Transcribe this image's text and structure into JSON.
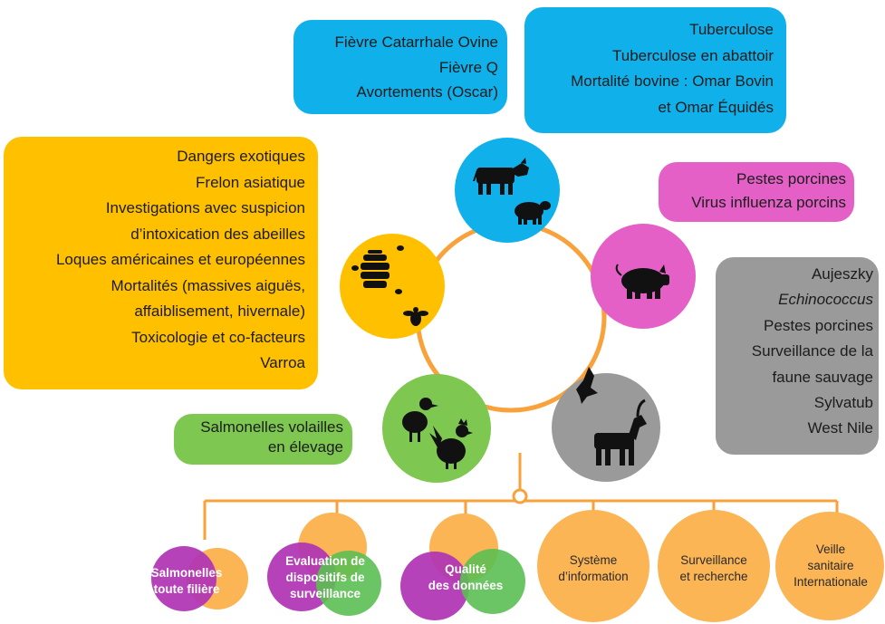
{
  "blue_box_1": [
    "Fièvre Catarrhale Ovine",
    "Fièvre Q",
    "Avortements (Oscar)"
  ],
  "blue_box_2": [
    "Tuberculose",
    "Tuberculose en abattoir",
    "Mortalité bovine : Omar Bovin",
    "et Omar Équidés"
  ],
  "orange_box": [
    "Dangers exotiques",
    "Frelon asiatique",
    "Investigations avec suspicion",
    "d’intoxication des abeilles",
    "Loques américaines et européennes",
    "Mortalités (massives aiguës,",
    "affaiblisement, hivernale)",
    "Toxicologie et co-facteurs",
    "Varroa"
  ],
  "pink_box": [
    "Pestes porcines",
    "Virus influenza porcins"
  ],
  "gray_box": [
    "Aujeszky",
    "Echinococcus",
    "Pestes porcines",
    "Surveillance de la",
    "faune sauvage",
    "Sylvatub",
    "West Nile"
  ],
  "green_box": [
    "Salmonelles volailles",
    "en élevage"
  ],
  "bottom": {
    "salmonelles": [
      "Salmonelles",
      "toute filière"
    ],
    "evaluation": [
      "Evaluation de",
      "dispositifs de",
      "surveillance"
    ],
    "qualite": [
      "Qualité",
      "des données"
    ],
    "systeme": [
      "Système",
      "d’information"
    ],
    "surveillance": [
      "Surveillance",
      "et recherche"
    ],
    "veille": [
      "Veille",
      "sanitaire",
      "Internationale"
    ]
  },
  "colors": {
    "blue": "#10b0ea",
    "orange": "#ffc000",
    "pink": "#e460c7",
    "gray": "#9a9a9a",
    "green": "#7ec750",
    "light_orange": "#fbb555",
    "purple": "#b034b5",
    "mid_green": "#5cbf53",
    "connector": "#f9a13a"
  },
  "icons": [
    "cow-icon",
    "sheep-icon",
    "pig-icon",
    "bird-icon",
    "goat-icon",
    "rooster-icon",
    "chick-icon",
    "beehive-icon",
    "bee-icon"
  ]
}
